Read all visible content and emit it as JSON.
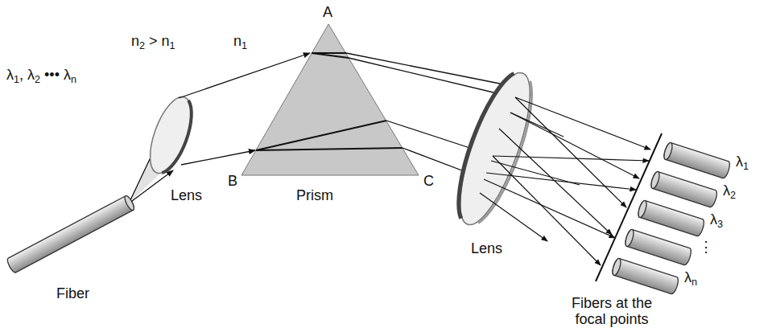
{
  "diagram": {
    "labels": [
      "λ1, λ2 ••• λn",
      "Fiber",
      "n2 > n1",
      "n1",
      "Lens",
      "A",
      "B",
      "Prism",
      "C",
      "Lens",
      "λ1",
      "λ2",
      "λ3",
      "⋮",
      "λn",
      "Fibers at the focal points"
    ]
  }
}
